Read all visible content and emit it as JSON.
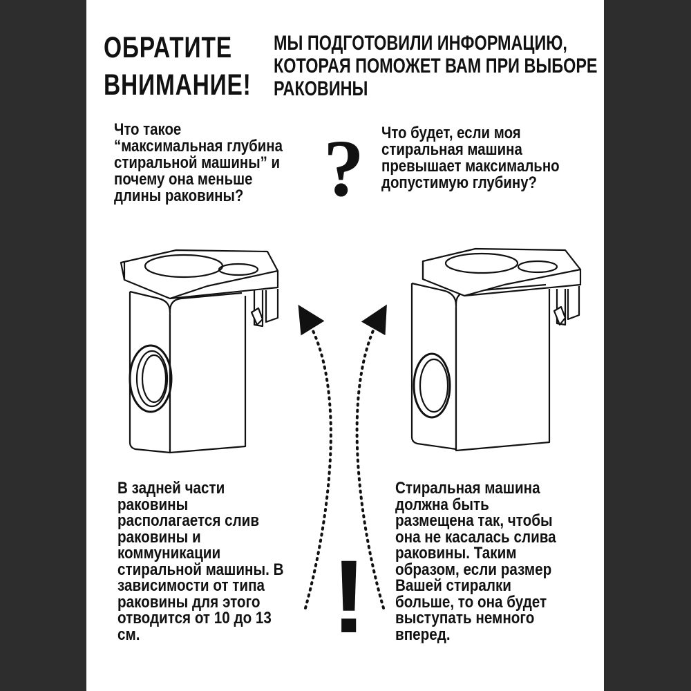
{
  "heading": {
    "title_lines": [
      "ОБРАТИТЕ",
      "ВНИМАНИЕ!"
    ],
    "subtitle_lines": [
      "МЫ ПОДГОТОВИЛИ ИНФОРМАЦИЮ,",
      "КОТОРАЯ ПОМОЖЕТ ВАМ ПРИ ВЫБОРЕ",
      "РАКОВИНЫ"
    ]
  },
  "questions": {
    "left_lines": [
      "Что такое",
      "“максимальная  глубина",
      "стиральной машины” и",
      "почему она меньше",
      "длины раковины?"
    ],
    "right_lines": [
      "Что будет, если моя",
      "стиральная машина",
      "превышает максимально",
      "допустимую глубину?"
    ],
    "mark": "?"
  },
  "answers": {
    "left_lines": [
      "В задней части",
      "раковины",
      "располагается слив",
      "раковины и",
      "коммуникации",
      "стиральной машины. В",
      "зависимости от типа",
      "раковины для этого",
      "отводится от 10 до 13",
      "см."
    ],
    "right_lines": [
      "Стиральная машина",
      "должна быть",
      "размещена так, чтобы",
      "она не касалась слива",
      "раковины. Таким",
      "образом, если размер",
      "Вашей стиралки",
      "больше, то она будет",
      "выступать немного",
      "вперед."
    ],
    "mark": "!"
  },
  "colors": {
    "frame": "#2d2d2d",
    "sheet": "#ffffff",
    "ink": "#111111"
  },
  "illustrations": [
    "washing-machine-under-sink-left-icon",
    "washing-machine-under-sink-right-icon",
    "dotted-arrow-left-icon",
    "dotted-arrow-right-icon"
  ]
}
